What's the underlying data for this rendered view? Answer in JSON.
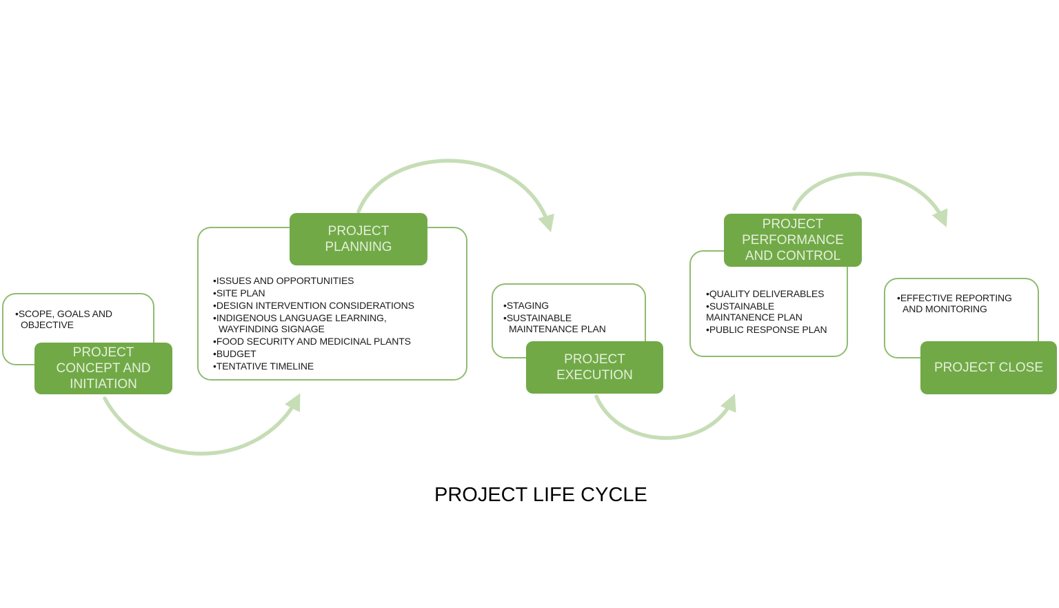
{
  "title": "PROJECT LIFE CYCLE",
  "bullet_char": "•",
  "colors": {
    "stage_green": "#71A947",
    "label_text": "#E4F0DB",
    "box_border": "#8FBB6F",
    "arrow": "#C6DDB6",
    "text_dark": "#1A1A1A"
  },
  "stages": [
    {
      "name": "project-concept-and-initiation",
      "label_lines": [
        "PROJECT",
        "CONCEPT AND",
        "INITIATION"
      ],
      "bullets": [
        {
          "lines": [
            "SCOPE, GOALS AND",
            "OBJECTIVE"
          ]
        }
      ]
    },
    {
      "name": "project-planning",
      "label_lines": [
        "PROJECT",
        "PLANNING"
      ],
      "bullets": [
        {
          "lines": [
            "ISSUES AND OPPORTUNITIES"
          ]
        },
        {
          "lines": [
            "SITE PLAN"
          ]
        },
        {
          "lines": [
            "DESIGN INTERVENTION CONSIDERATIONS"
          ]
        },
        {
          "lines": [
            "INDIGENOUS LANGUAGE LEARNING,",
            "WAYFINDING SIGNAGE"
          ]
        },
        {
          "lines": [
            "FOOD SECURITY AND MEDICINAL PLANTS"
          ]
        },
        {
          "lines": [
            "BUDGET"
          ]
        },
        {
          "lines": [
            "TENTATIVE TIMELINE"
          ]
        }
      ]
    },
    {
      "name": "project-execution",
      "label_lines": [
        "PROJECT",
        "EXECUTION"
      ],
      "bullets": [
        {
          "lines": [
            "STAGING"
          ]
        },
        {
          "lines": [
            "SUSTAINABLE",
            "MAINTENANCE PLAN"
          ]
        }
      ]
    },
    {
      "name": "project-performance-and-control",
      "label_lines": [
        "PROJECT",
        "PERFORMANCE",
        "AND CONTROL"
      ],
      "bullets": [
        {
          "lines": [
            "QUALITY DELIVERABLES"
          ]
        },
        {
          "lines": [
            "SUSTAINABLE",
            "MAINTANENCE PLAN"
          ]
        },
        {
          "lines": [
            "PUBLIC RESPONSE PLAN"
          ]
        }
      ]
    },
    {
      "name": "project-close",
      "label_lines": [
        "PROJECT CLOSE"
      ],
      "bullets": [
        {
          "lines": [
            "EFFECTIVE REPORTING",
            "AND MONITORING"
          ]
        }
      ]
    }
  ]
}
